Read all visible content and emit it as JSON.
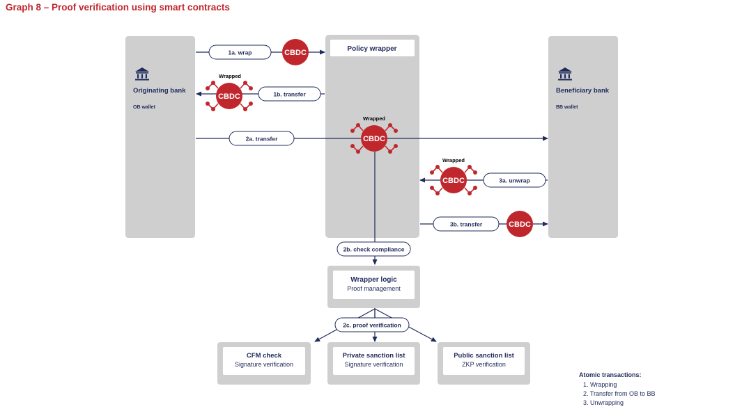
{
  "title": "Graph 8 – Proof verification using smart contracts",
  "colors": {
    "navy": "#1f2b5a",
    "red": "#c0272d",
    "panel": "#cfcfcf",
    "white": "#ffffff"
  },
  "panels": {
    "originating_bank": {
      "name": "Originating bank",
      "wallet": "OB wallet",
      "icon": "bank-icon"
    },
    "policy_wrapper": {
      "name": "Policy wrapper"
    },
    "beneficiary_bank": {
      "name": "Beneficiary bank",
      "wallet": "BB wallet",
      "icon": "bank-icon"
    }
  },
  "token_label": "CBDC",
  "wrapped_label": "Wrapped",
  "steps": {
    "wrap": "1a. wrap",
    "transfer_1b": "1b. transfer",
    "transfer_2a": "2a. transfer",
    "check_compliance": "2b. check compliance",
    "proof_verification": "2c. proof verification",
    "unwrap": "3a. unwrap",
    "transfer_3b": "3b. transfer"
  },
  "wrapper_logic": {
    "title": "Wrapper logic",
    "subtitle": "Proof management"
  },
  "checks": [
    {
      "title": "CFM check",
      "subtitle": "Signature verification"
    },
    {
      "title": "Private sanction list",
      "subtitle": "Signature verification"
    },
    {
      "title": "Public sanction list",
      "subtitle": "ZKP verification"
    }
  ],
  "legend": {
    "heading": "Atomic transactions:",
    "items": [
      "1. Wrapping",
      "2. Transfer from OB to BB",
      "3. Unwrapping"
    ]
  }
}
